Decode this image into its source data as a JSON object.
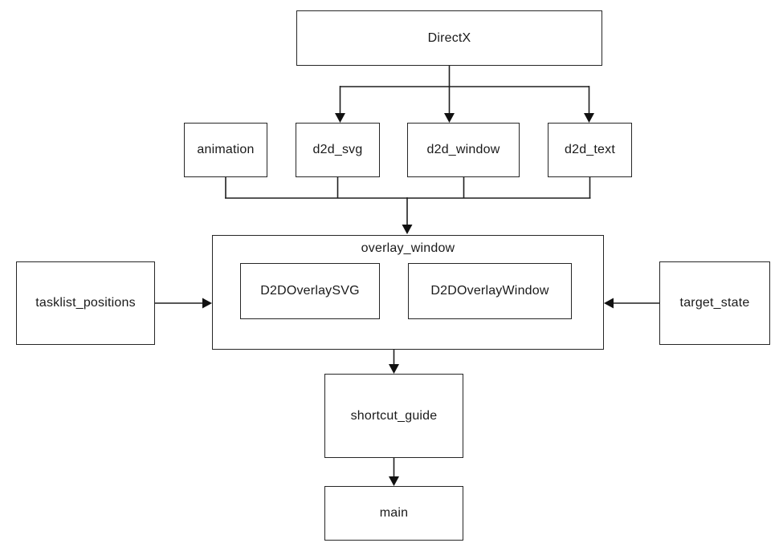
{
  "diagram": {
    "type": "flowchart",
    "nodes": {
      "directx": {
        "label": "DirectX"
      },
      "animation": {
        "label": "animation"
      },
      "d2d_svg": {
        "label": "d2d_svg"
      },
      "d2d_window": {
        "label": "d2d_window"
      },
      "d2d_text": {
        "label": "d2d_text"
      },
      "overlay_window": {
        "label": "overlay_window"
      },
      "d2d_overlay_svg": {
        "label": "D2DOverlaySVG"
      },
      "d2d_overlay_window": {
        "label": "D2DOverlayWindow"
      },
      "tasklist_positions": {
        "label": "tasklist_positions"
      },
      "target_state": {
        "label": "target_state"
      },
      "shortcut_guide": {
        "label": "shortcut_guide"
      },
      "main": {
        "label": "main"
      }
    },
    "edges": [
      {
        "from": "DirectX",
        "to": "d2d_svg"
      },
      {
        "from": "DirectX",
        "to": "d2d_window"
      },
      {
        "from": "DirectX",
        "to": "d2d_text"
      },
      {
        "from": "animation",
        "to": "overlay_window"
      },
      {
        "from": "d2d_svg",
        "to": "overlay_window"
      },
      {
        "from": "d2d_window",
        "to": "overlay_window"
      },
      {
        "from": "d2d_text",
        "to": "overlay_window"
      },
      {
        "from": "tasklist_positions",
        "to": "overlay_window"
      },
      {
        "from": "target_state",
        "to": "overlay_window"
      },
      {
        "from": "overlay_window",
        "to": "shortcut_guide"
      },
      {
        "from": "shortcut_guide",
        "to": "main"
      }
    ],
    "contains": [
      {
        "parent": "overlay_window",
        "children": [
          "D2DOverlaySVG",
          "D2DOverlayWindow"
        ]
      }
    ]
  },
  "colors": {
    "background": "#ffffff",
    "line": "#1f1f1f",
    "box_border": "#262626",
    "text": "#1a1a1a"
  }
}
